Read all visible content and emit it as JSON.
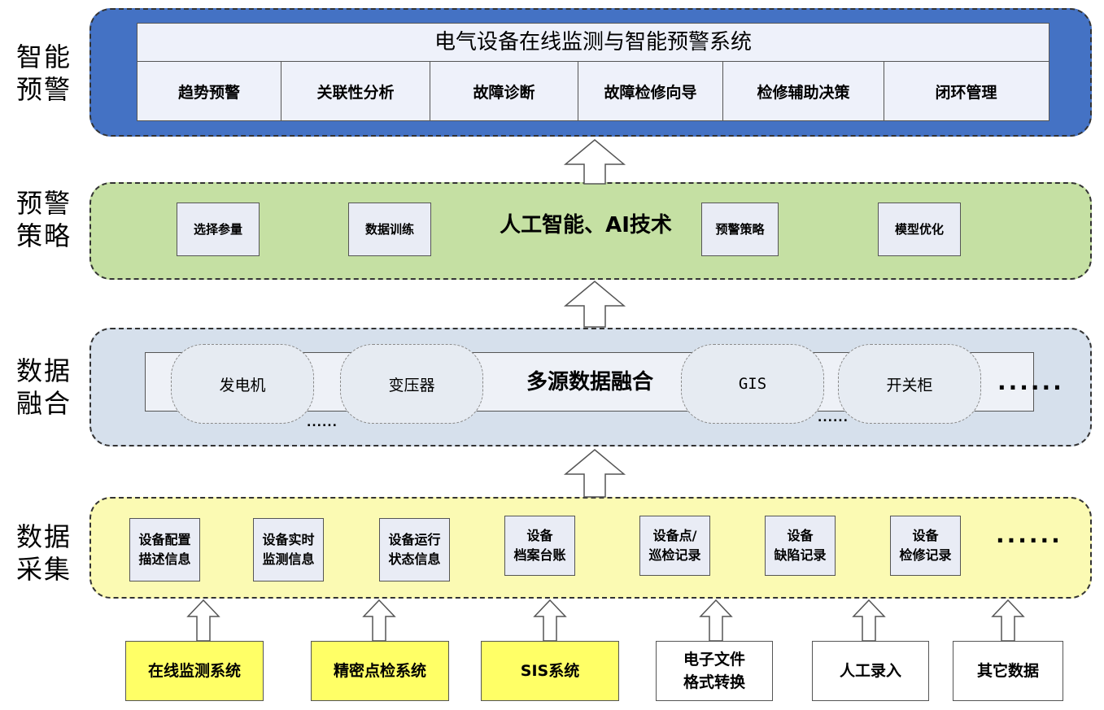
{
  "layers": [
    {
      "id": "warning",
      "label": "智能\n预警"
    },
    {
      "id": "strategy",
      "label": "预警\n策略"
    },
    {
      "id": "fusion",
      "label": "数据\n融合"
    },
    {
      "id": "collect",
      "label": "数据\n采集"
    }
  ],
  "intelligent_warning": {
    "title": "电气设备在线监测与智能预警系统",
    "functions": [
      "趋势预警",
      "关联性分析",
      "故障诊断",
      "故障检修向导",
      "检修辅助决策",
      "闭环管理"
    ]
  },
  "warning_strategy": {
    "center_title": "人工智能、AI技术",
    "steps": [
      "选择参量",
      "数据训练",
      "预警策略",
      "模型优化"
    ]
  },
  "data_fusion": {
    "center_title": "多源数据融合",
    "equipment": [
      "发电机",
      "变压器",
      "GIS",
      "开关柜"
    ],
    "ellipsis_small": "......",
    "ellipsis_large": "......"
  },
  "data_collection": {
    "items": [
      "设备配置\n描述信息",
      "设备实时\n监测信息",
      "设备运行\n状态信息",
      "设备\n档案台账",
      "设备点/\n巡检记录",
      "设备\n缺陷记录",
      "设备\n检修记录"
    ],
    "ellipsis": "......"
  },
  "data_sources": [
    {
      "label": "在线监测系统",
      "highlight": true
    },
    {
      "label": "精密点检系统",
      "highlight": true
    },
    {
      "label": "SIS系统",
      "highlight": true
    },
    {
      "label": "电子文件\n格式转换",
      "highlight": false
    },
    {
      "label": "人工录入",
      "highlight": false
    },
    {
      "label": "其它数据",
      "highlight": false
    }
  ],
  "colors": {
    "warning_band": "#4472c4",
    "strategy_band": "#c5e0a3",
    "fusion_band": "#d6e0ec",
    "collect_band": "#fbfab3",
    "source_highlight": "#ffff66"
  }
}
